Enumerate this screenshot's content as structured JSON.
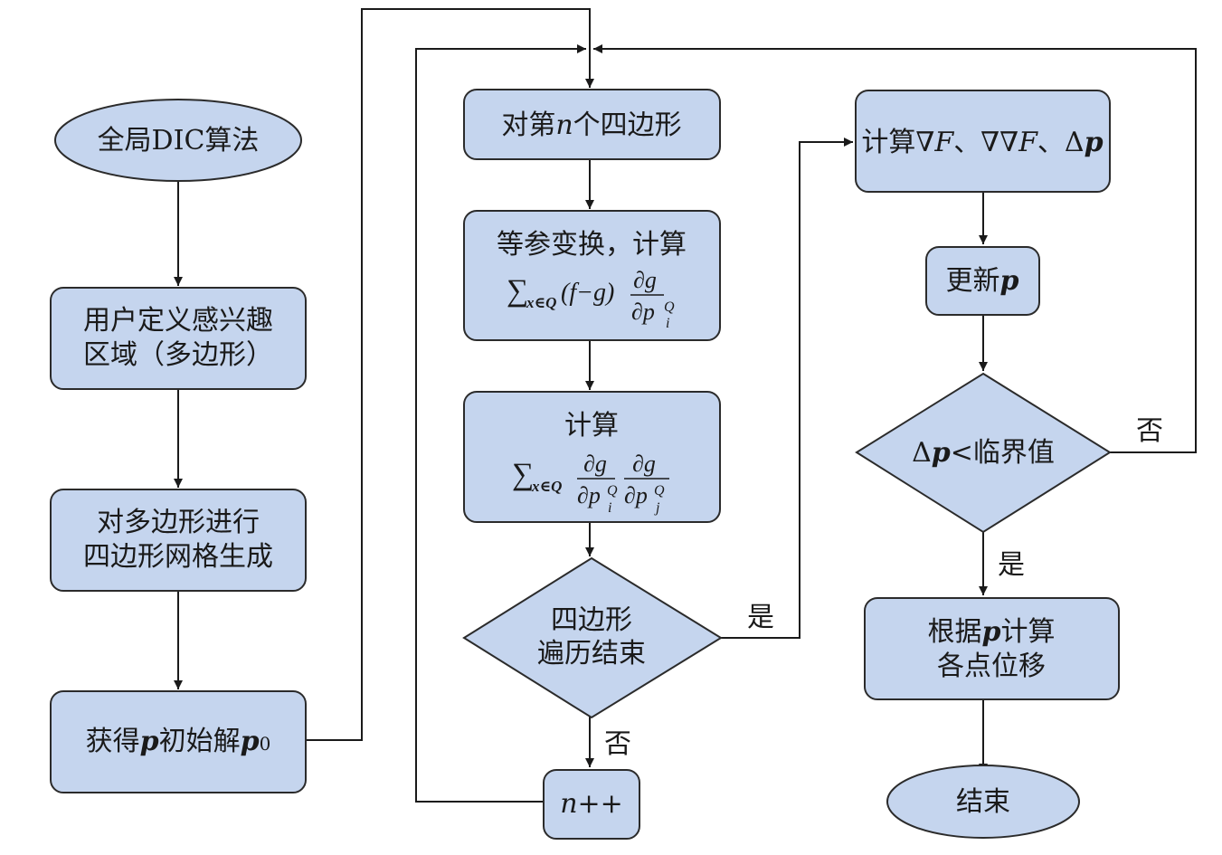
{
  "nodes": {
    "start": {
      "text": "全局DIC算法"
    },
    "roi": {
      "line1": "用户定义感兴趣",
      "line2": "区域（多边形）"
    },
    "mesh": {
      "line1": "对多边形进行",
      "line2": "四边形网格生成"
    },
    "init": {
      "prefix": "获得",
      "p": "p",
      "mid": "初始解",
      "p0": "p",
      "sub0": "0"
    },
    "forEach": {
      "prefix": "对第",
      "n": "n",
      "suffix": "个四边形"
    },
    "isoparam": {
      "line1": "等参变换，计算",
      "sum": "∑",
      "sub": "x∈Q",
      "body": "(f−g)",
      "num": "∂g",
      "den_d": "∂p",
      "den_sub": "i",
      "den_sup": "Q"
    },
    "hessian": {
      "line1": "计算",
      "sum": "∑",
      "sub": "x∈Q",
      "num1": "∂g",
      "den1_d": "∂p",
      "den1_sub": "i",
      "den1_sup": "Q",
      "num2": "∂g",
      "den2_d": "∂p",
      "den2_sub": "j",
      "den2_sup": "Q"
    },
    "traverseDone": {
      "line1": "四边形",
      "line2": "遍历结束"
    },
    "increment": {
      "text": "n++"
    },
    "computeGrad": {
      "prefix": "计算∇",
      "F1": "F",
      "sep1": "、∇∇",
      "F2": "F",
      "sep2": "、Δ",
      "p": "p"
    },
    "updateP": {
      "prefix": "更新",
      "p": "p"
    },
    "converged": {
      "delta": "Δ",
      "p": "p",
      "suffix": "<临界值"
    },
    "displacement": {
      "prefix": "根据",
      "p": "p",
      "suffix": "计算",
      "line2": "各点位移"
    },
    "end": {
      "text": "结束"
    }
  },
  "edge_labels": {
    "traverse_yes": "是",
    "traverse_no": "否",
    "converged_no": "否",
    "converged_yes": "是"
  },
  "colors": {
    "node_fill": "#c5d5ee",
    "stroke": "#2b2b2b",
    "edge": "#1a1a1a"
  }
}
